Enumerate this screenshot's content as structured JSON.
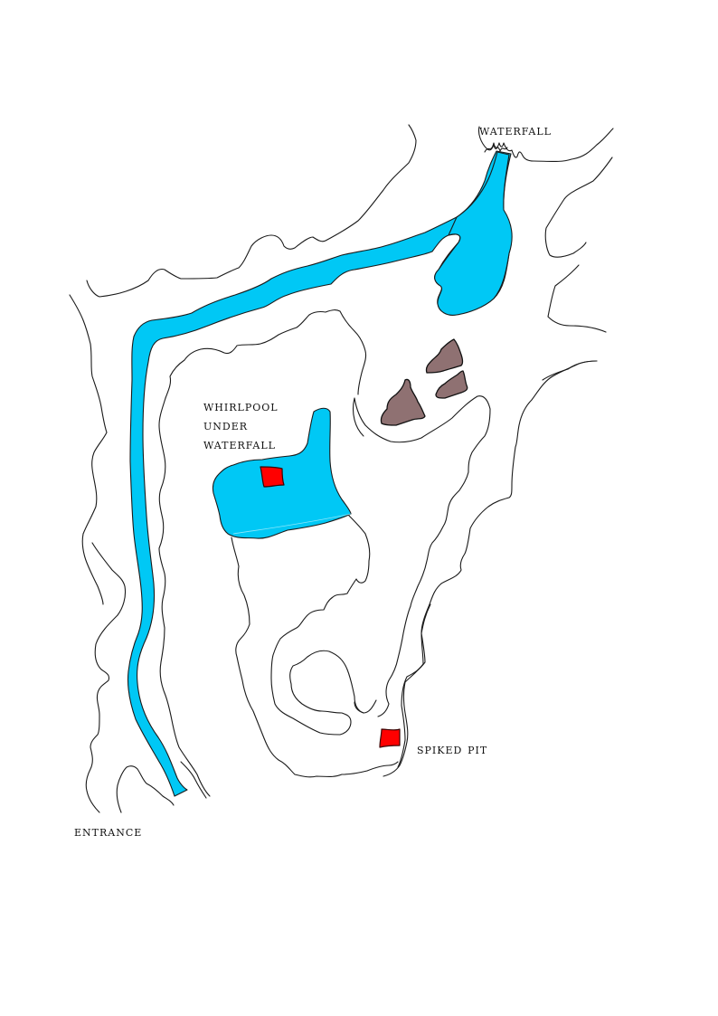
{
  "map": {
    "title": "cave map",
    "colors": {
      "background": "#ffffff",
      "water": "#00c8f5",
      "rock": "#8f7172",
      "trap": "#ff0000",
      "wall": "#1a1a1a"
    },
    "labels": {
      "waterfall": "waterfall",
      "whirlpool_line1": "whirlpool",
      "whirlpool_line2": "under",
      "whirlpool_line3": "waterfall",
      "spiked_pit": "spiked pit",
      "entrance": "entrance"
    },
    "features": [
      {
        "name": "waterfall",
        "type": "water-source"
      },
      {
        "name": "underground river",
        "type": "water"
      },
      {
        "name": "upper pool",
        "type": "water"
      },
      {
        "name": "whirlpool under waterfall",
        "type": "water-trap"
      },
      {
        "name": "rock formations",
        "type": "rock",
        "count": 3
      },
      {
        "name": "spiked pit",
        "type": "trap"
      },
      {
        "name": "entrance",
        "type": "entrance"
      }
    ]
  }
}
